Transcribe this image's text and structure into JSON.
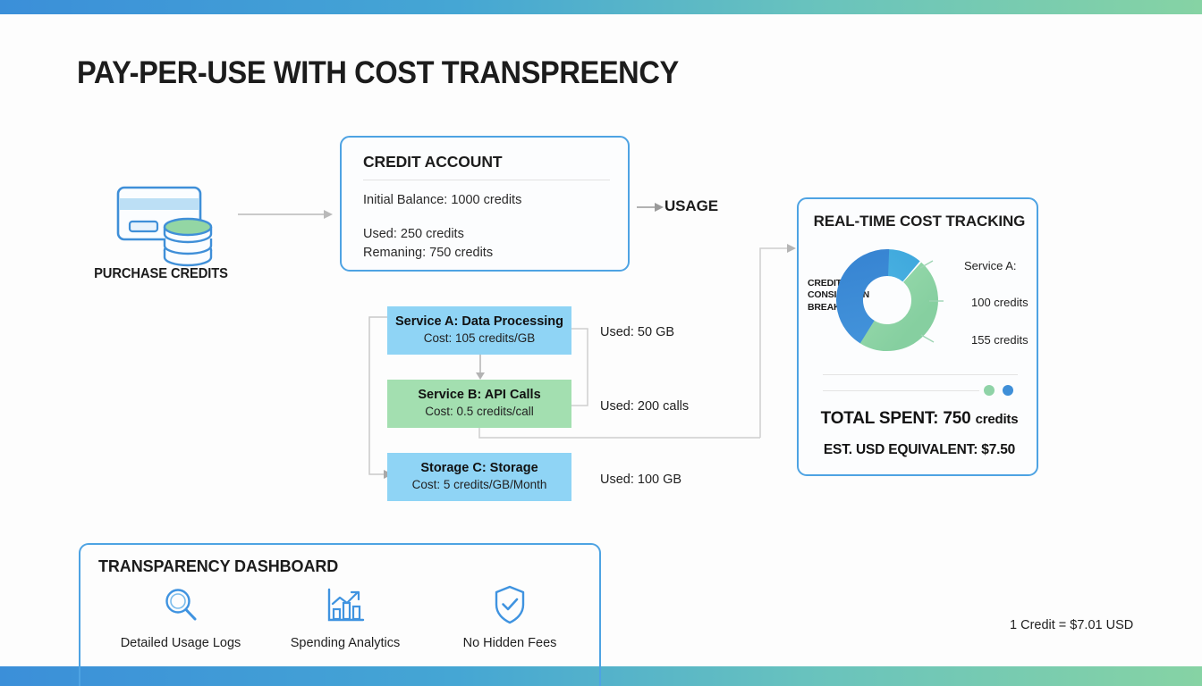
{
  "theme": {
    "gradient_start": "#3b8fd9",
    "gradient_end": "#86d3a4",
    "card_border": "#4ea3e3",
    "service_blue": "#8fd4f5",
    "service_green": "#a3dfb0",
    "donut_light_blue": "#4db4e0",
    "donut_green": "#8fd3a7",
    "donut_dark_blue": "#3f8fd8"
  },
  "page_title": "PAY-PER-USE WITH COST TRANSPREENCY",
  "purchase": {
    "icon": "credit-card-and-coins-icon",
    "label": "PURCHASE CREDITS"
  },
  "credit_account": {
    "title": "CREDIT ACCOUNT",
    "initial_balance": "Initial Balance: 1000 credits",
    "used": "Used: 250 credits",
    "remaining": "Remaning: 750 credits"
  },
  "usage_label": "USAGE",
  "services": [
    {
      "id": "service-a",
      "name": "Service A: Data Processing",
      "cost": "Cost: 105 credits/GB",
      "used": "Used: 50 GB",
      "color": "#8fd4f5"
    },
    {
      "id": "service-b",
      "name": "Service B: API Calls",
      "cost": "Cost: 0.5 credits/call",
      "used": "Used: 200 calls",
      "color": "#a3dfb0"
    },
    {
      "id": "service-c",
      "name": "Storage C: Storage",
      "cost": "Cost: 5 credits/GB/Month",
      "used": "Used: 100 GB",
      "color": "#8fd4f5"
    }
  ],
  "cost_tracking": {
    "title": "REAL-TIME COST TRACKING",
    "chart_label_line1": "CREDIT",
    "chart_label_line2": "CONSIMPTON",
    "chart_label_line3": "BREAKDWN",
    "callouts": [
      "Service A:",
      "100 credits",
      "155 credits"
    ],
    "total_spent_prefix": "TOTAL SPENT: 750 ",
    "total_spent_unit": "credits",
    "usd_equivalent": "EST. USD EQUIVALENT: $7.50"
  },
  "chart_data": {
    "type": "pie",
    "title": "CREDIT CONSIMPTON BREAKDWN",
    "subtype": "donut",
    "categories": [
      "Service A:",
      "100 credits",
      "155 credits"
    ],
    "values": [
      40,
      170,
      150
    ],
    "value_unit": "degrees",
    "colors": [
      "#4db4e0",
      "#8fd3a7",
      "#3f8fd8"
    ],
    "labels": [
      "Service A:",
      "100 credits",
      "155 credits"
    ],
    "legend": [
      "#8fd3a7",
      "#3f8fd8"
    ],
    "legend_position": "below-right",
    "grid": false
  },
  "dashboard": {
    "title": "TRANSPARENCY DASHBOARD",
    "features": [
      {
        "icon": "magnifier-icon",
        "label": "Detailed Usage Logs"
      },
      {
        "icon": "bar-chart-trend-icon",
        "label": "Spending Analytics"
      },
      {
        "icon": "shield-check-icon",
        "label": "No Hidden Fees"
      }
    ]
  },
  "rate_note": "1 Credit = $7.01 USD"
}
